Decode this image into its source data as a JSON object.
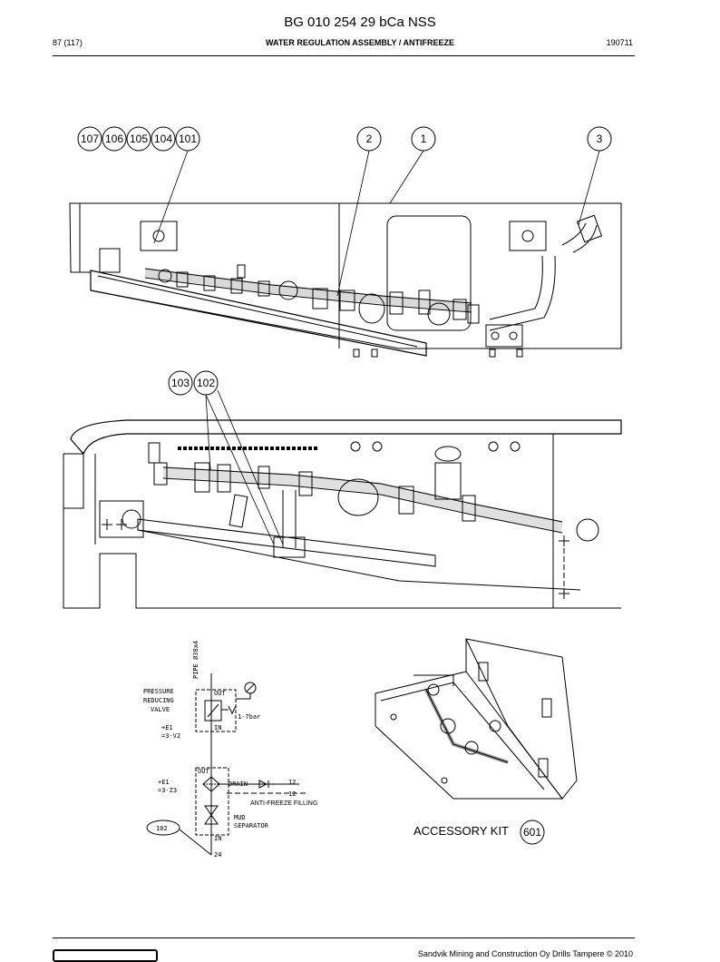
{
  "document": {
    "title": "BG 010 254 29 bCa NSS",
    "page": "87 (117)",
    "section": "WATER REGULATION ASSEMBLY / ANTIFREEZE",
    "date_code": "190711",
    "footer": "Sandvik Mining and Construction Oy Drills Tampere © 2010"
  },
  "callouts_top": [
    "107",
    "106",
    "105",
    "104",
    "101",
    "2",
    "1",
    "3"
  ],
  "callouts_mid": [
    "103",
    "102"
  ],
  "schematic": {
    "pipe": "PIPE Ø38x4",
    "pressure_reducing": "PRESSURE",
    "reducing": "REDUCING",
    "valve": "VALVE",
    "out1": "OUT",
    "in1": "IN",
    "range": "1-7bar",
    "e1a": "+E1",
    "e1a_ref": "=3-V2",
    "out2": "OUT",
    "drain": "DRAIN",
    "drain_num": "12",
    "af_num": "12",
    "antifreeze": "ANTI-FREEZE FILLING",
    "e1b": "+E1",
    "e1b_ref": "=3-Z3",
    "mud": "MUD",
    "separator": "SEPARATOR",
    "in2": "IN",
    "bottom_num": "24",
    "tag": "102"
  },
  "accessory": {
    "label": "ACCESSORY KIT",
    "number": "601"
  }
}
